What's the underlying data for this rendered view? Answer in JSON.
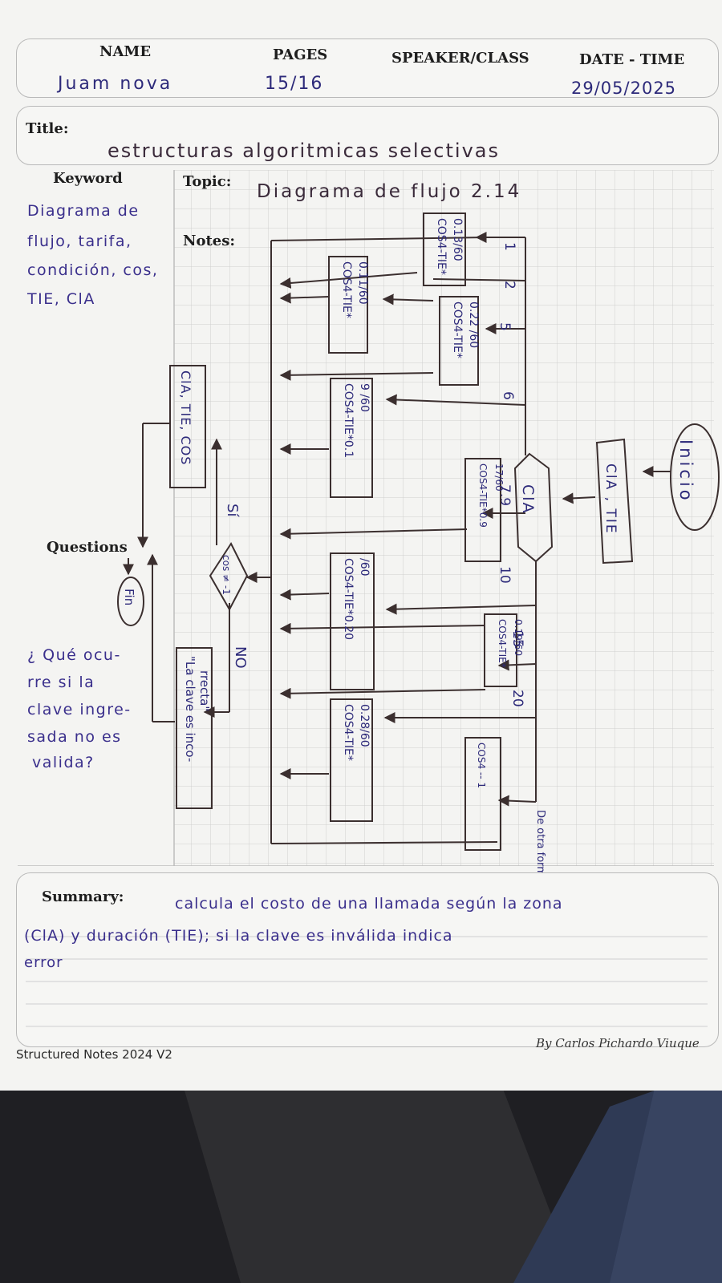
{
  "header": {
    "name_label": "NAME",
    "pages_label": "PAGES",
    "speaker_label": "SPEAKER/CLASS",
    "datetime_label": "DATE - TIME",
    "name_value": "Juam nova",
    "pages_value": "15/16",
    "speaker_value": "",
    "datetime_value": "29/05/2025"
  },
  "title": {
    "label": "Title:",
    "value": "estructuras algoritmicas selectivas"
  },
  "notes_section": {
    "keyword_label": "Keyword",
    "topic_label": "Topic:",
    "topic_value": "Diagrama de flujo 2.14",
    "notes_label": "Notes:",
    "questions_label": "Questions",
    "keywords": [
      "Diagrama de",
      "flujo, tarifa,",
      "condición, cos,",
      "TIE, ClA"
    ],
    "question_lines": [
      "¿ Qué ocu-",
      "rre si la",
      "clave ingre-",
      "sada no es",
      "valida?"
    ]
  },
  "flowchart": {
    "start": "Inicio",
    "input": "ClA , TIE",
    "decision": "ClA",
    "branch_labels": [
      "1",
      "2",
      "5",
      "6",
      "7.9",
      "10",
      "15",
      "20",
      "De otra forma"
    ],
    "process_boxes": [
      [
        "COS4-TIE*",
        "0.13/60"
      ],
      [
        "COS4-TIE*",
        "0.11/60"
      ],
      [
        "COS4-TIE*",
        "0.22 /60"
      ],
      [
        "COS4-TIE*0.1",
        "9 /60"
      ],
      [
        "COS4-TIE*0.9",
        "17/60"
      ],
      [
        "COS4-TIE*0.20",
        "/60"
      ],
      [
        "COS4-TIE*",
        "0.19/60"
      ],
      [
        "COS4-TIE*",
        "0.28/60"
      ],
      [
        "COS4 -- 1"
      ]
    ],
    "check_condition": "cos ≠ -1",
    "yes_label": "Sí",
    "no_label": "NO",
    "output_box": "ClA, TIE, COS",
    "error_box": [
      "\"La clave es inco-",
      "rrecta\""
    ],
    "end": "Fin"
  },
  "summary": {
    "label": "Summary:",
    "lines": [
      "calcula el costo de una llamada según la zona",
      "(ClA) y duración (TIE); si la clave es inválida indica",
      "error"
    ]
  },
  "footer": {
    "template_name": "Structured Notes 2024 V2",
    "author": "By Carlos Pichardo Viuque"
  },
  "colors": {
    "paper": "#f4f4f2",
    "ink_blue": "#2d2a7a",
    "ink_dark": "#3a2f2f",
    "grid": "#c9c9c9",
    "background": "#2a2a2e"
  }
}
